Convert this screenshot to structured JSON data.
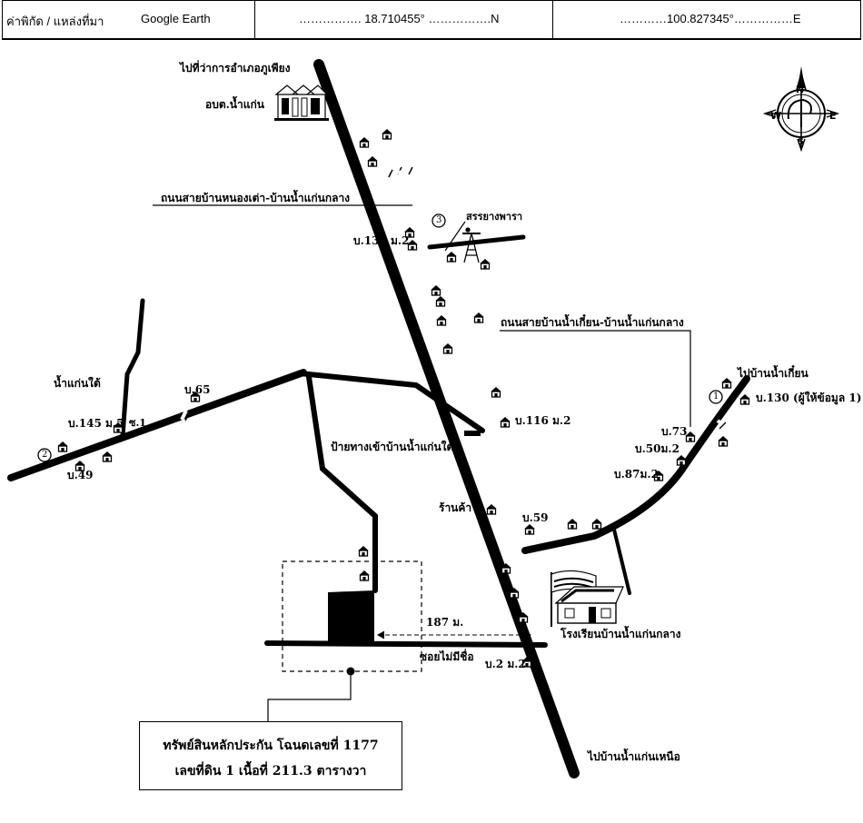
{
  "header": {
    "coord_label": "ค่าพิกัด / แหล่งที่มา",
    "source": "Google Earth",
    "latitude": "……………. 18.710455° …………….N",
    "longitude": "…………100.827345°……………E"
  },
  "compass": {
    "n": "N",
    "s": "S",
    "e": "E",
    "w": "W"
  },
  "labels": {
    "to_district": "ไปที่ว่าการอำเภอภูเพียง",
    "sao": "อบต.น้ำแก่น",
    "road_nong": "ถนนสายบ้านหนองเต่า-บ้านน้ำแก่นกลาง",
    "para": "สรรยางพารา",
    "h130_m2": "บ.130 ม.2",
    "road_nam_kian": "ถนนสายบ้านน้ำเกี๋ยน-บ้านน้ำแก่นกลาง",
    "to_nam_kian": "ไปบ้านน้ำเกี๋ยน",
    "h130_info": "บ.130 (ผู้ให้ข้อมูล 1)",
    "nam_kaen_tai": "น้ำแก่นใต้",
    "h65": "บ.65",
    "h145": "บ.145 ม.5",
    "soi1": "ซ.1",
    "h49": "บ.49",
    "h116": "บ.116 ม.2",
    "sign": "ป้ายทางเข้าบ้านน้ำแก่นใต้",
    "h73": "บ.73",
    "h50": "บ.50ม.2",
    "h87": "บ.87ม.2",
    "shop": "ร้านค้า",
    "h59": "บ.59",
    "distance": "187 ม.",
    "school": "โรงเรียนบ้านน้ำแก่นกลาง",
    "soi_no_name": "ซอยไม่มีชื่อ",
    "h2": "บ.2 ม.2",
    "to_nam_kaen_nuea": "ไปบ้านน้ำแก่นเหนือ",
    "circle1": "1",
    "circle2": "2",
    "circle3": "3"
  },
  "caption": {
    "line1": "ทรัพย์สินหลักประกัน โฉนดเลขที่ 1177",
    "line2": "เลขที่ดิน 1 เนื้อที่ 211.3 ตารางวา"
  }
}
